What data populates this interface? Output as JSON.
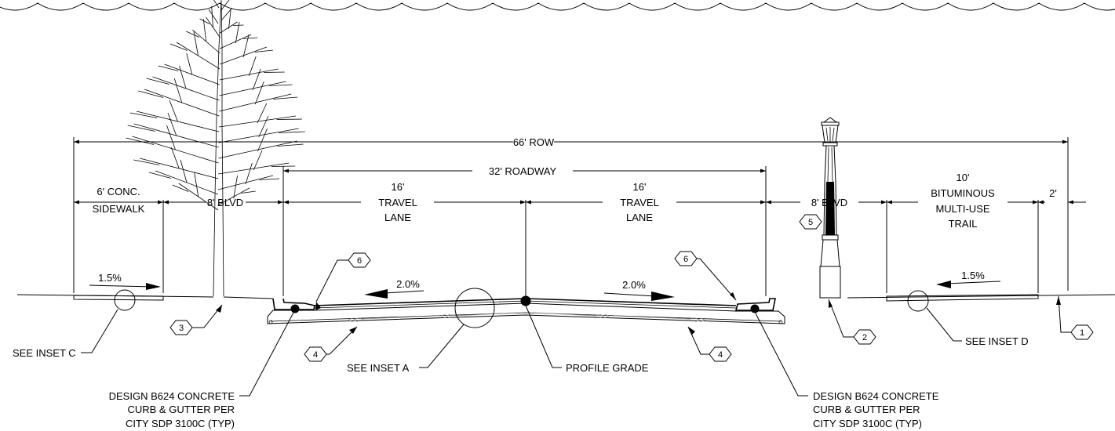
{
  "dimensions": {
    "row": "66' ROW",
    "roadway": "32' ROADWAY",
    "sidewalk": [
      "6' CONC.",
      "SIDEWALK"
    ],
    "blvd_left": "8' BLVD",
    "lane_left": [
      "16'",
      "TRAVEL",
      "LANE"
    ],
    "lane_right": [
      "16'",
      "TRAVEL",
      "LANE"
    ],
    "blvd_right": "8' BLVD",
    "trail": [
      "10'",
      "BITUMINOUS",
      "MULTI-USE",
      "TRAIL"
    ],
    "edge": "2'"
  },
  "slopes": {
    "sidewalk": "1.5%",
    "lane_left": "2.0%",
    "lane_right": "2.0%",
    "trail": "1.5%"
  },
  "callouts": {
    "inset_c": "SEE INSET C",
    "inset_a": "SEE INSET A",
    "inset_d": "SEE INSET D",
    "profile_grade": "PROFILE GRADE",
    "curb_left": [
      "DESIGN B624 CONCRETE",
      "CURB & GUTTER PER",
      "CITY SDP 3100C (TYP)"
    ],
    "curb_right": [
      "DESIGN B624 CONCRETE",
      "CURB & GUTTER PER",
      "CITY SDP 3100C (TYP)"
    ]
  },
  "tags": {
    "t1": "1",
    "t2": "2",
    "t3": "3",
    "t4_left": "4",
    "t4_right": "4",
    "t5": "5",
    "t6_left": "6",
    "t6_right": "6"
  },
  "base_markers": {
    "left": "<<",
    "right": ">>"
  }
}
